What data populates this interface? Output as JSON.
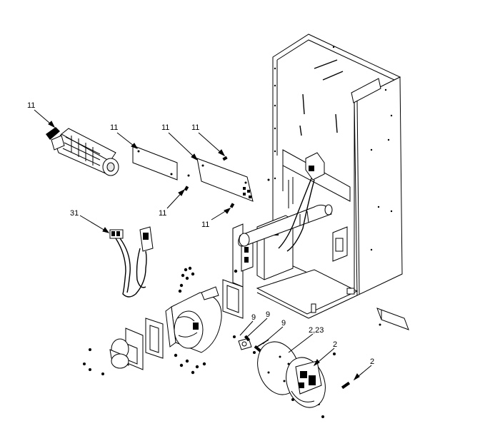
{
  "callouts": {
    "c1": "11",
    "c2": "11",
    "c3": "11",
    "c4": "11",
    "c5": "11",
    "c6": "11",
    "c7": "31",
    "c8": "9",
    "c9": "9",
    "c10": "9",
    "c11": "2,23",
    "c12": "2",
    "c13": "2"
  }
}
